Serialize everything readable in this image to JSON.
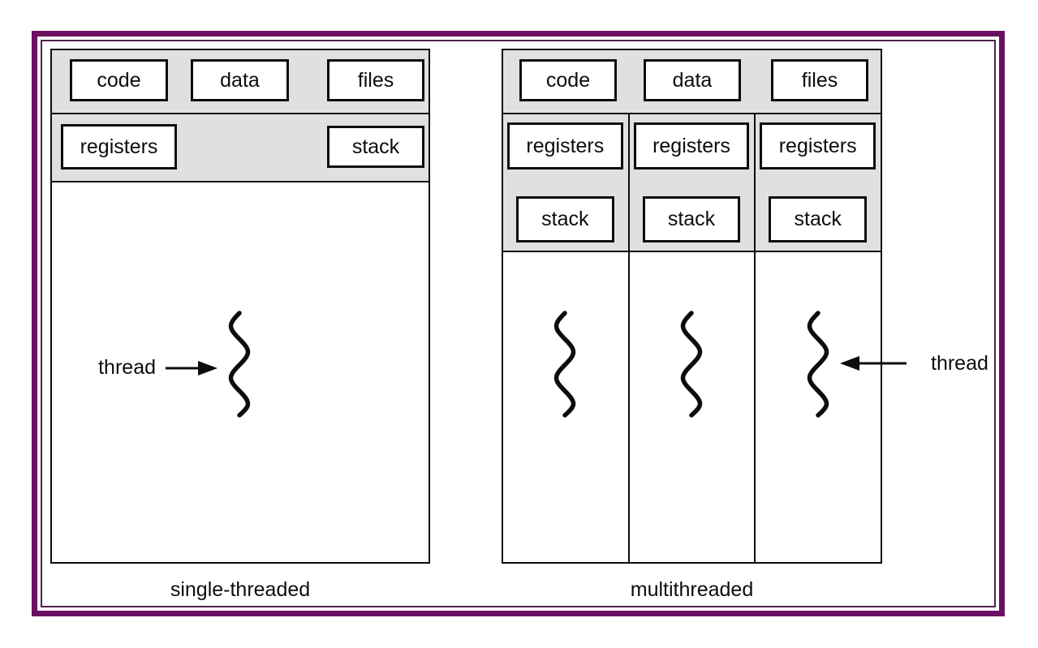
{
  "colors": {
    "frame_purple": "#6b0f62",
    "frame_inner_line": "#4e2250",
    "panel_gray": "#e1e0de",
    "line_black": "#0d0d0d"
  },
  "single": {
    "header": [
      "code",
      "data",
      "files"
    ],
    "registers": "registers",
    "stack": "stack",
    "thread": "thread",
    "caption": "single-threaded"
  },
  "multi": {
    "header": [
      "code",
      "data",
      "files"
    ],
    "columns": [
      {
        "registers": "registers",
        "stack": "stack"
      },
      {
        "registers": "registers",
        "stack": "stack"
      },
      {
        "registers": "registers",
        "stack": "stack"
      }
    ],
    "thread": "thread",
    "caption": "multithreaded"
  }
}
